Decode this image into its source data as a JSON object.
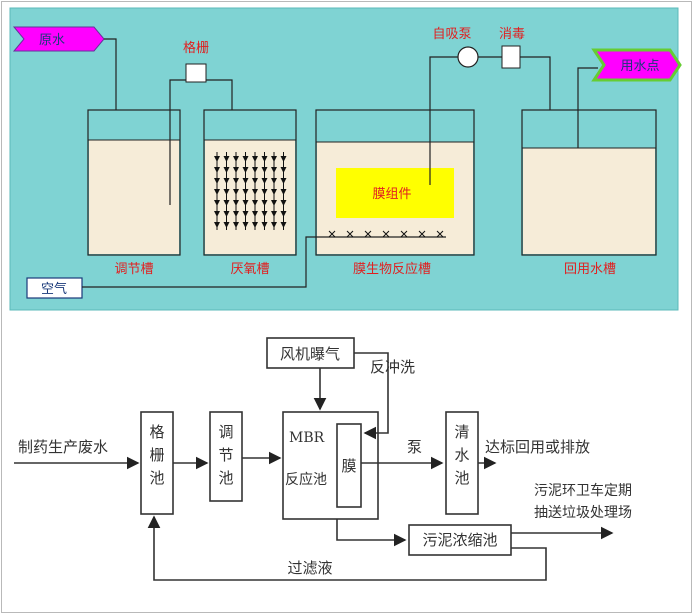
{
  "top": {
    "source": "原水",
    "screen": "格栅",
    "pump": "自吸泵",
    "disinfect": "消毒",
    "reuse_point": "用水点",
    "air": "空气",
    "module": "膜组件",
    "tank_adjust": "调节槽",
    "tank_anaerobic": "厌氧槽",
    "tank_mbr": "膜生物反应槽",
    "tank_reuse": "回用水槽"
  },
  "bottom": {
    "input": "制药生产废水",
    "blower": "风机曝气",
    "backwash": "反冲洗",
    "screen_tank": "格栅池",
    "adjust_tank": "调节池",
    "mbr_title": "MBR",
    "mbr_sub": "反应池",
    "membrane": "膜",
    "pump": "泵",
    "clear_tank": "清水池",
    "output": "达标回用或排放",
    "sludge_tank": "污泥浓缩池",
    "sludge_out_1": "污泥环卫车定期",
    "sludge_out_2": "抽送垃圾处理场",
    "filtrate": "过滤液"
  },
  "colors": {
    "panel": "#7fd3d3",
    "tank_water": "#f6ecd8",
    "module": "#ffff00",
    "arrow_tag": "#ff00ff",
    "tag_green": "#66cc33"
  }
}
